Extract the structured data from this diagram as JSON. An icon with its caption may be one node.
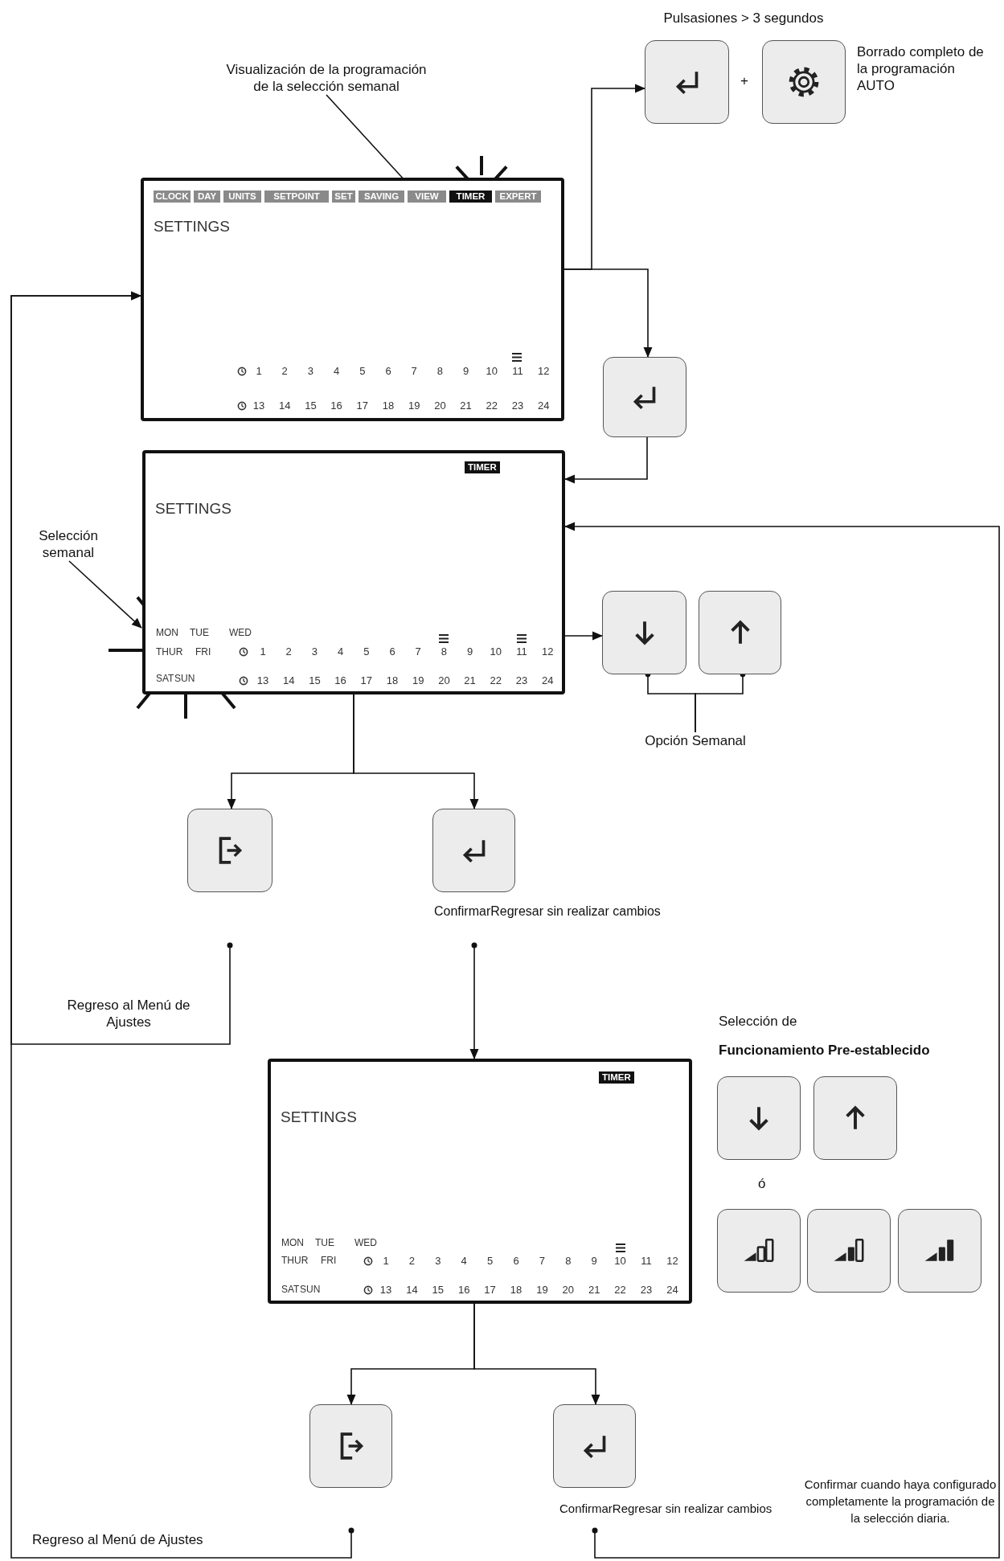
{
  "diagram": {
    "nodes": [
      {
        "text": [
          "Visualización de la programación de la selección semanal"
        ]
      },
      {
        "text": [],
        "shape": "box"
      },
      {
        "text": [],
        "shape": "box",
        "beside": [
          "Borrado completo de la programación AUTO"
        ]
      },
      {
        "text": [
          "CLOCK",
          "DAY",
          "UNITS",
          "SETPOINT",
          "SET",
          "SAVING",
          "VIEW",
          "TIMER",
          "EXPERT",
          "SETTINGS",
          "1",
          "2",
          "3",
          "4",
          "5",
          "6",
          "7",
          "8",
          "9",
          "10",
          "11",
          "12",
          "13",
          "14",
          "15",
          "16",
          "17",
          "18",
          "19",
          "20",
          "21",
          "22",
          "23",
          "24"
        ]
      },
      {
        "text": [],
        "shape": "bar",
        "in": 3
      },
      {
        "text": [],
        "shape": "box"
      },
      {
        "text": [
          "TIMER",
          "SETTINGS",
          "MON",
          "TUE",
          "WED",
          "THUR",
          "FRI",
          "SAT",
          "SUN",
          "1",
          "2",
          "3",
          "4",
          "5",
          "6",
          "7",
          "8",
          "9",
          "10",
          "11",
          "12",
          "13",
          "14",
          "15",
          "16",
          "17",
          "18",
          "19",
          "20",
          "21",
          "22",
          "23",
          "24"
        ]
      },
      {
        "text": [
          "Selección semanal"
        ]
      },
      {
        "text": [],
        "shape": "box"
      },
      {
        "text": [],
        "shape": "box"
      },
      {
        "text": [
          "Opción Semanal"
        ]
      },
      {
        "text": [],
        "shape": "box"
      },
      {
        "text": [],
        "shape": "box"
      },
      {
        "text": [
          "TIMER",
          "SETTINGS",
          "MON",
          "TUE",
          "WED",
          "THUR",
          "FRI",
          "SAT",
          "SUN",
          "1",
          "2",
          "3",
          "4",
          "5",
          "6",
          "7",
          "8",
          "9",
          "10",
          "11",
          "12",
          "13",
          "14",
          "15",
          "16",
          "17",
          "18",
          "19",
          "20",
          "21",
          "22",
          "23",
          "24"
        ]
      },
      {
        "text": [],
        "shape": "box"
      },
      {
        "text": [],
        "shape": "box"
      },
      {
        "text": [],
        "shape": "box"
      },
      {
        "text": [],
        "shape": "box"
      },
      {
        "text": [],
        "shape": "box"
      },
      {
        "text": [],
        "shape": "box"
      },
      {
        "text": [],
        "shape": "box"
      }
    ],
    "edges": [
      {
        "from": 0,
        "to": 4,
        "arrow": "to"
      },
      {
        "from": 3,
        "to": 1,
        "arrow": "to"
      },
      {
        "from": 3,
        "to": 5,
        "arrow": "to"
      },
      {
        "from": 5,
        "to": 6,
        "arrow": "to"
      },
      {
        "from": 7,
        "to": 6,
        "arrow": "to"
      },
      {
        "from": 6,
        "to": 8,
        "arrow": "to"
      },
      {
        "from": 10,
        "to": 8,
        "arrow": "other"
      },
      {
        "from": 10,
        "to": 9,
        "arrow": "other"
      },
      {
        "from": 6,
        "to": 11,
        "arrow": "to"
      },
      {
        "from": 6,
        "to": 12,
        "arrow": "to"
      },
      {
        "from": 11,
        "to": 3,
        "arrow": "to"
      },
      {
        "from": 12,
        "to": 13,
        "arrow": "to"
      },
      {
        "from": 13,
        "to": 19,
        "arrow": "to"
      },
      {
        "from": 13,
        "to": 20,
        "arrow": "to"
      },
      {
        "from": 19,
        "to": 3,
        "arrow": "to"
      },
      {
        "from": 20,
        "to": 6,
        "arrow": "to"
      }
    ],
    "labels": [
      "Pulsasiones > 3 segundos",
      "+",
      "ConfirmarRegresar sin realizar cambios",
      "Regreso al Menú de Ajustes",
      "Selección de",
      "Funcionamiento Pre-establecido",
      "ó",
      "Confirmar cuando haya configurado completamente la programación de la selección diaria.",
      "ConfirmarRegresar sin realizar cambios",
      "Regreso al Menú de Ajustes"
    ]
  }
}
